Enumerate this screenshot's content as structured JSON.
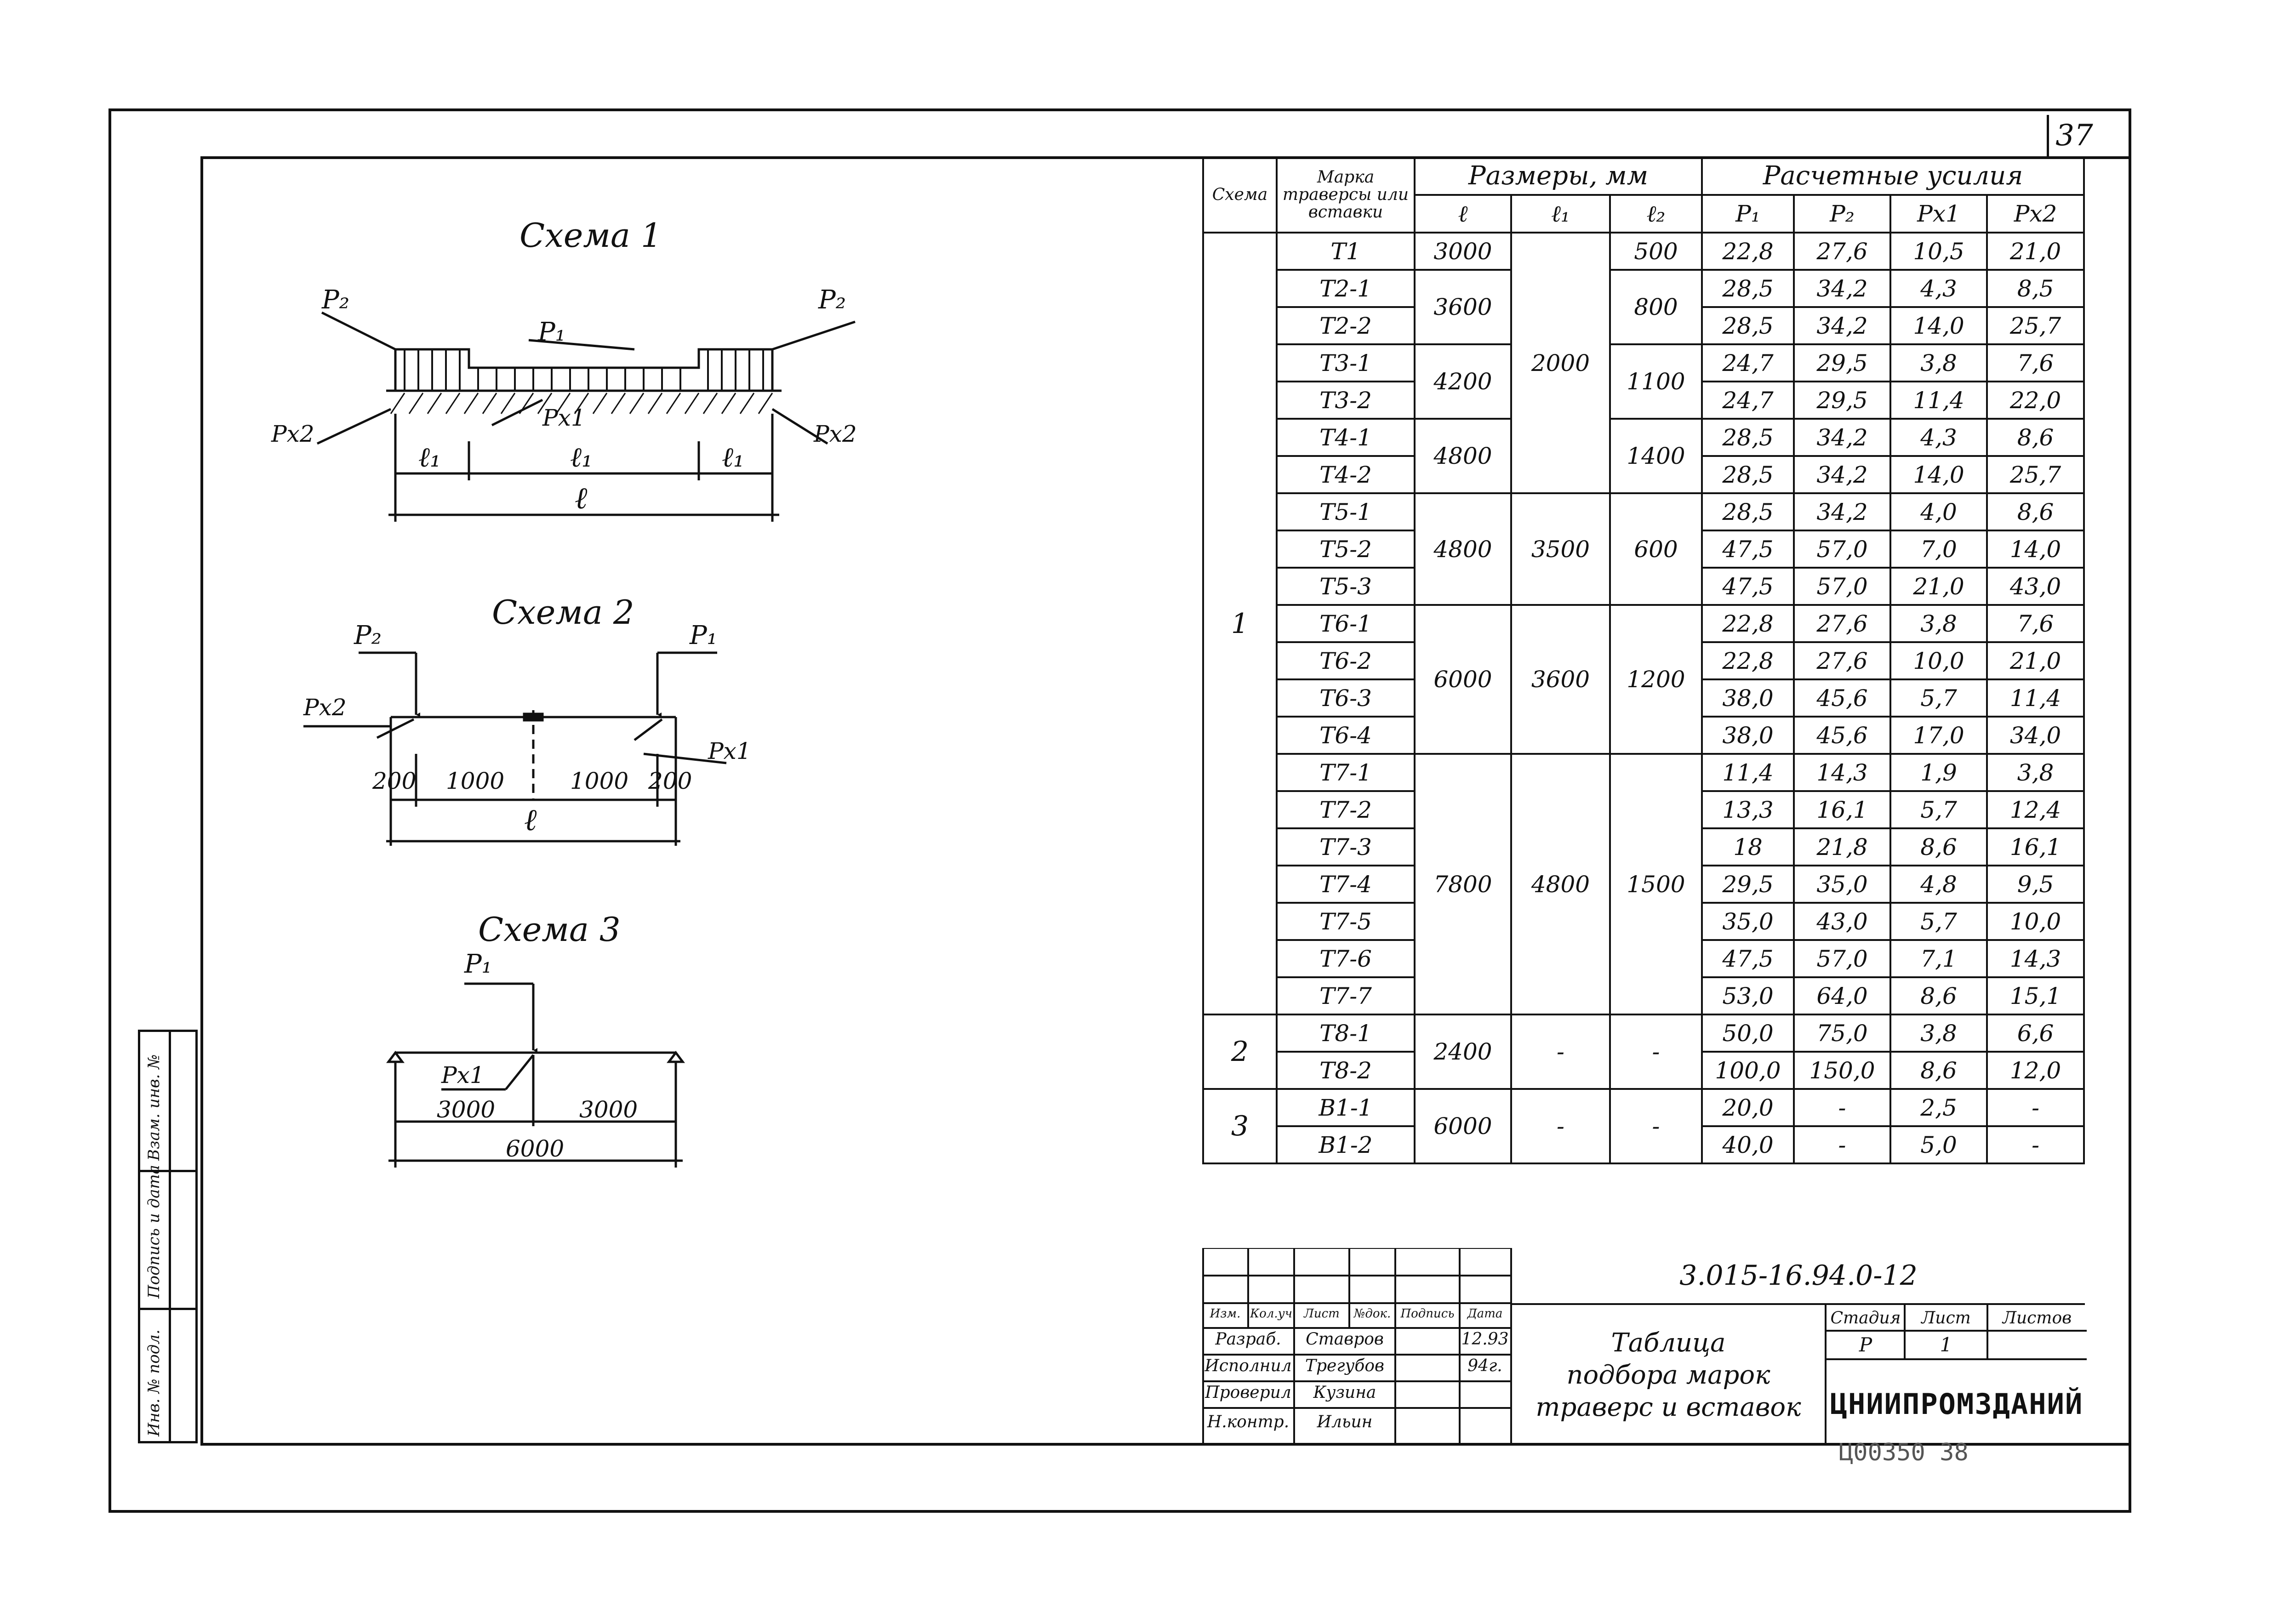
{
  "sheet_number": "37",
  "schemes": {
    "s1": {
      "title": "Схема 1",
      "labels": {
        "p1": "P₁",
        "p2_left": "P₂",
        "p2_right": "P₂",
        "px1": "Px1",
        "px2_left": "Px2",
        "px2_right": "Px2",
        "l1_left": "ℓ₁",
        "l1_mid": "ℓ₁",
        "l1_right": "ℓ₁",
        "l": "ℓ"
      }
    },
    "s2": {
      "title": "Схема 2",
      "labels": {
        "p2": "P₂",
        "p1": "P₁",
        "px2": "Px2",
        "px1": "Px1",
        "d1": "200",
        "d2": "1000",
        "d3": "1000",
        "d4": "200",
        "l": "ℓ"
      }
    },
    "s3": {
      "title": "Схема 3",
      "labels": {
        "p1": "P₁",
        "px1": "Px1",
        "d1": "3000",
        "d2": "3000",
        "total": "6000"
      }
    }
  },
  "table": {
    "head": {
      "scheme": "Схема",
      "mark": "Марка траверсы или вставки",
      "dims": "Размеры, мм",
      "forces": "Расчетные усилия",
      "l": "ℓ",
      "l1": "ℓ₁",
      "l2": "ℓ₂",
      "p1": "P₁",
      "p2": "P₂",
      "px1": "Px1",
      "px2": "Px2"
    },
    "scheme_values": {
      "s1": "1",
      "s2": "2",
      "s3": "3"
    },
    "l_values": {
      "t1": "3000",
      "t2": "3600",
      "t3": "4200",
      "t4": "4800",
      "t5": "4800",
      "t6": "6000",
      "t7": "7800",
      "t8": "2400",
      "b1": "6000"
    },
    "l1_values": {
      "g1": "2000",
      "t5": "3500",
      "t6": "3600",
      "t7": "4800",
      "t8": "-",
      "b1": "-"
    },
    "l2_values": {
      "t1": "500",
      "t2": "800",
      "t3": "1100",
      "t4": "1400",
      "t5": "600",
      "t6": "1200",
      "t7": "1500",
      "t8": "-",
      "b1": "-"
    },
    "rows": [
      {
        "mark": "T1",
        "p1": "22,8",
        "p2": "27,6",
        "px1": "10,5",
        "px2": "21,0"
      },
      {
        "mark": "T2-1",
        "p1": "28,5",
        "p2": "34,2",
        "px1": "4,3",
        "px2": "8,5"
      },
      {
        "mark": "T2-2",
        "p1": "28,5",
        "p2": "34,2",
        "px1": "14,0",
        "px2": "25,7"
      },
      {
        "mark": "T3-1",
        "p1": "24,7",
        "p2": "29,5",
        "px1": "3,8",
        "px2": "7,6"
      },
      {
        "mark": "T3-2",
        "p1": "24,7",
        "p2": "29,5",
        "px1": "11,4",
        "px2": "22,0"
      },
      {
        "mark": "T4-1",
        "p1": "28,5",
        "p2": "34,2",
        "px1": "4,3",
        "px2": "8,6"
      },
      {
        "mark": "T4-2",
        "p1": "28,5",
        "p2": "34,2",
        "px1": "14,0",
        "px2": "25,7"
      },
      {
        "mark": "T5-1",
        "p1": "28,5",
        "p2": "34,2",
        "px1": "4,0",
        "px2": "8,6"
      },
      {
        "mark": "T5-2",
        "p1": "47,5",
        "p2": "57,0",
        "px1": "7,0",
        "px2": "14,0"
      },
      {
        "mark": "T5-3",
        "p1": "47,5",
        "p2": "57,0",
        "px1": "21,0",
        "px2": "43,0"
      },
      {
        "mark": "T6-1",
        "p1": "22,8",
        "p2": "27,6",
        "px1": "3,8",
        "px2": "7,6"
      },
      {
        "mark": "T6-2",
        "p1": "22,8",
        "p2": "27,6",
        "px1": "10,0",
        "px2": "21,0"
      },
      {
        "mark": "T6-3",
        "p1": "38,0",
        "p2": "45,6",
        "px1": "5,7",
        "px2": "11,4"
      },
      {
        "mark": "T6-4",
        "p1": "38,0",
        "p2": "45,6",
        "px1": "17,0",
        "px2": "34,0"
      },
      {
        "mark": "T7-1",
        "p1": "11,4",
        "p2": "14,3",
        "px1": "1,9",
        "px2": "3,8"
      },
      {
        "mark": "T7-2",
        "p1": "13,3",
        "p2": "16,1",
        "px1": "5,7",
        "px2": "12,4"
      },
      {
        "mark": "T7-3",
        "p1": "18",
        "p2": "21,8",
        "px1": "8,6",
        "px2": "16,1"
      },
      {
        "mark": "T7-4",
        "p1": "29,5",
        "p2": "35,0",
        "px1": "4,8",
        "px2": "9,5"
      },
      {
        "mark": "T7-5",
        "p1": "35,0",
        "p2": "43,0",
        "px1": "5,7",
        "px2": "10,0"
      },
      {
        "mark": "T7-6",
        "p1": "47,5",
        "p2": "57,0",
        "px1": "7,1",
        "px2": "14,3"
      },
      {
        "mark": "T7-7",
        "p1": "53,0",
        "p2": "64,0",
        "px1": "8,6",
        "px2": "15,1"
      },
      {
        "mark": "T8-1",
        "p1": "50,0",
        "p2": "75,0",
        "px1": "3,8",
        "px2": "6,6"
      },
      {
        "mark": "T8-2",
        "p1": "100,0",
        "p2": "150,0",
        "px1": "8,6",
        "px2": "12,0"
      },
      {
        "mark": "B1-1",
        "p1": "20,0",
        "p2": "-",
        "px1": "2,5",
        "px2": "-"
      },
      {
        "mark": "B1-2",
        "p1": "40,0",
        "p2": "-",
        "px1": "5,0",
        "px2": "-"
      }
    ]
  },
  "title_block": {
    "code": "3.015-16.94.0-12",
    "cols": [
      "Изм.",
      "Кол.уч",
      "Лист",
      "№док.",
      "Подпись",
      "Дата"
    ],
    "staff": [
      {
        "role": "Разраб.",
        "name": "Ставров",
        "date": "12.93"
      },
      {
        "role": "Исполнил",
        "name": "Трегубов",
        "date": "94г."
      },
      {
        "role": "Проверил",
        "name": "Кузина",
        "date": ""
      },
      {
        "role": "Н.контр.",
        "name": "Ильин",
        "date": ""
      }
    ],
    "title_lines": [
      "Таблица",
      "подбора марок",
      "траверс и вставок"
    ],
    "stage_head": [
      "Стадия",
      "Лист",
      "Листов"
    ],
    "stage_vals": [
      "Р",
      "1",
      ""
    ],
    "org": "ЦНИИПРОМЗДАНИЙ"
  },
  "side_labels": [
    "Инв. № подл.",
    "Подпись и дата",
    "Взам. инв. №"
  ],
  "stamp": "Ц00350  38"
}
